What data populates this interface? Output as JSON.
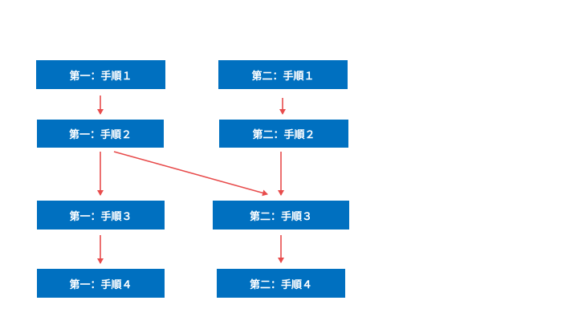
{
  "diagram": {
    "nodes": [
      {
        "id": "a1",
        "label": "第一：手順１"
      },
      {
        "id": "a2",
        "label": "第一：手順２"
      },
      {
        "id": "a3",
        "label": "第一：手順３"
      },
      {
        "id": "a4",
        "label": "第一：手順４"
      },
      {
        "id": "b1",
        "label": "第二：手順１"
      },
      {
        "id": "b2",
        "label": "第二：手順２"
      },
      {
        "id": "b3",
        "label": "第二：手順３"
      },
      {
        "id": "b4",
        "label": "第二：手順４"
      }
    ],
    "edges": [
      {
        "from": "a1",
        "to": "a2"
      },
      {
        "from": "a2",
        "to": "a3"
      },
      {
        "from": "a3",
        "to": "a4"
      },
      {
        "from": "b1",
        "to": "b2"
      },
      {
        "from": "b2",
        "to": "b3"
      },
      {
        "from": "b3",
        "to": "b4"
      },
      {
        "from": "a2",
        "to": "b3"
      }
    ],
    "colors": {
      "box": "#0070c0",
      "text": "#ffffff",
      "arrow": "#e84c4c"
    }
  }
}
